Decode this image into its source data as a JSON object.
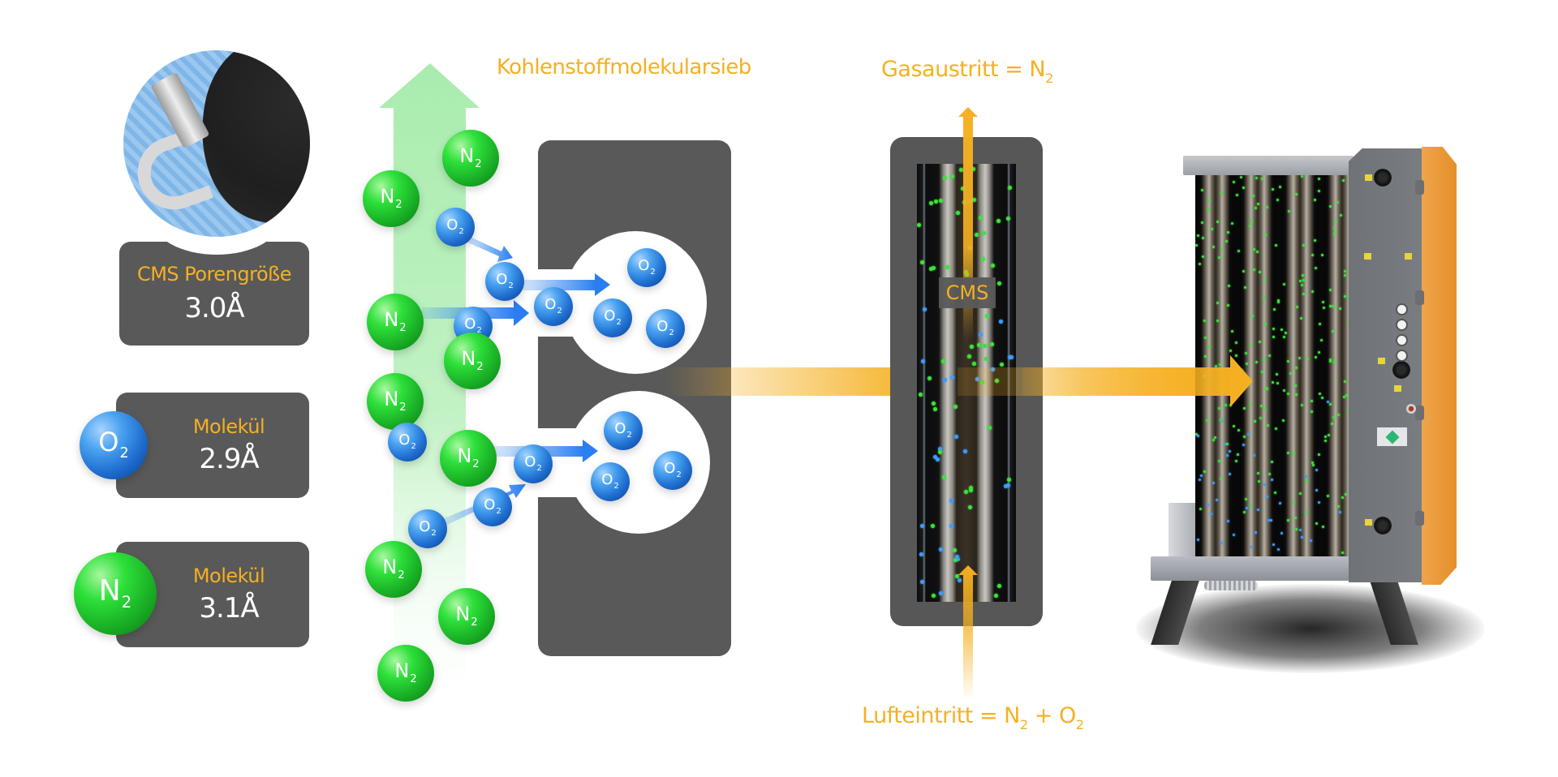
{
  "title_labels": {
    "sieve": "Kohlenstoffmolekularsieb",
    "gas_outlet_prefix": "Gasaustritt = N",
    "gas_outlet_sub": "2",
    "air_inlet_prefix": "Lufteintritt = N",
    "air_inlet_sub1": "2",
    "air_inlet_mid": " + O",
    "air_inlet_sub2": "2",
    "cms_column_label": "CMS"
  },
  "legend_cards": [
    {
      "label": "CMS Porengröße",
      "value": "3.0Å",
      "icon": "micrometer-photo"
    },
    {
      "label": "Molekül",
      "value": "2.9Å",
      "molecule": "O",
      "molecule_sub": "2"
    },
    {
      "label": "Molekül",
      "value": "3.1Å",
      "molecule": "N",
      "molecule_sub": "2"
    }
  ],
  "molecules": {
    "n2_symbol": "N",
    "o2_symbol": "O",
    "subscript": "2"
  },
  "colors": {
    "accent_orange": "#F5B022",
    "panel_gray": "#595959",
    "nitrogen_green": "#1bb528",
    "oxygen_blue": "#1f6fd0",
    "flow_green": "#b3efb8",
    "machine_orange": "#E8952F"
  }
}
